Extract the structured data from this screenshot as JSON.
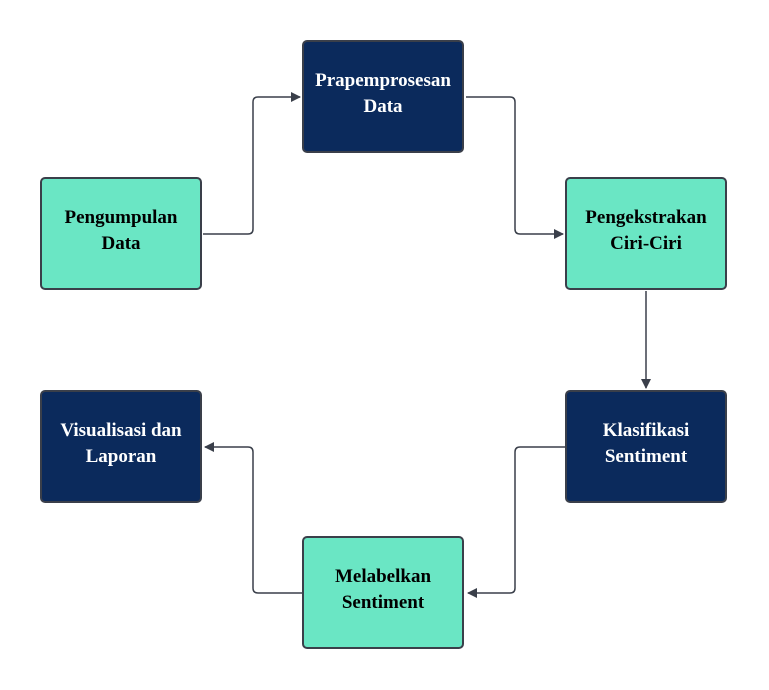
{
  "colors": {
    "navy": "#0b2a5c",
    "green": "#6ae6c4",
    "line": "#3a3f4a"
  },
  "nodes": {
    "pengumpulan": "Pengumpulan Data",
    "prapemprosesan": "Prapemprosesan Data",
    "pengekstrakan": "Pengekstrakan Ciri-Ciri",
    "klasifikasi": "Klasifikasi Sentiment",
    "melabelkan": "Melabelkan Sentiment",
    "visualisasi": "Visualisasi dan Laporan"
  }
}
